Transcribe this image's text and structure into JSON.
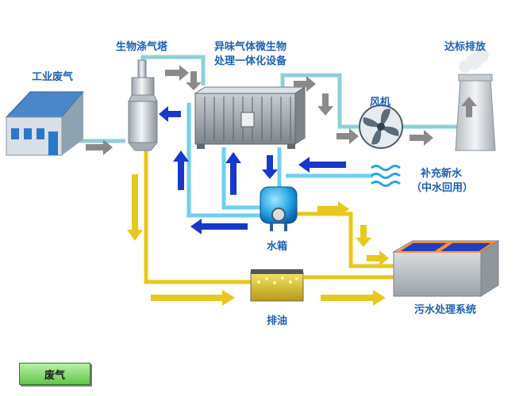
{
  "labels": {
    "industrial_gas": "工业废气",
    "bio_scrubber": "生物涤气塔",
    "integrated_unit_line1": "异味气体微生物",
    "integrated_unit_line2": "处理一体化设备",
    "compliant_discharge": "达标排放",
    "fan": "风机",
    "makeup_water_line1": "补充新水",
    "makeup_water_line2": "（中水回用）",
    "water_tank": "水箱",
    "oil_drain": "排油",
    "wastewater_treatment": "污水处理系统"
  },
  "legend": {
    "label": "废气"
  },
  "colors": {
    "label_text": "#1d5fb6",
    "gas_pipe": "#8fd0d6",
    "water_pipe": "#6fd0ee",
    "oil_pipe": "#e8c81c",
    "flow_arrow_blue": "#1738c8",
    "flow_arrow_gray": "#8a8a8a",
    "legend_fill": "#7ad366"
  }
}
